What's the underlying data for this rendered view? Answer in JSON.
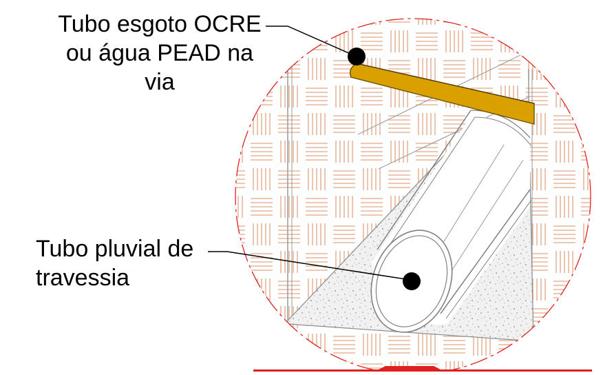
{
  "labels": {
    "sewer_pipe": {
      "line1": "Tubo esgoto OCRE",
      "line2": "ou água PEAD na",
      "line3": "via"
    },
    "storm_pipe": {
      "line1": "Tubo pluvial de",
      "line2": "travessia"
    }
  },
  "colors": {
    "boundary": "#e02020",
    "soil_hatch": "#e8b69a",
    "sewer_pipe": "#d9a000",
    "concrete_fill": "#f1f1f1",
    "concrete_speckle": "#9a9a9a",
    "leader": "#000000"
  }
}
